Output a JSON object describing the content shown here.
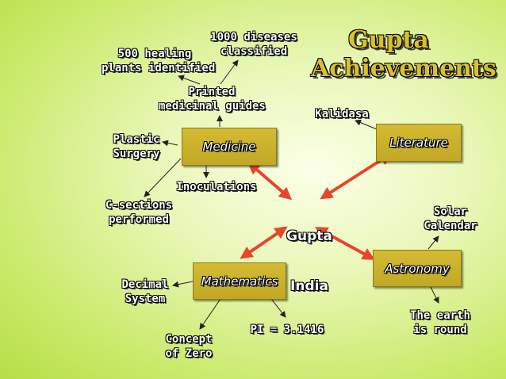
{
  "title": {
    "line1": "Gupta",
    "line2": "Achievements"
  },
  "center": {
    "line1": "Gupta",
    "line2": "India"
  },
  "categories": {
    "medicine": "Medicine",
    "literature": "Literature",
    "mathematics": "Mathematics",
    "astronomy": "Astronomy"
  },
  "medicine_items": {
    "healing": "500 healing\nplants identified",
    "diseases": "1000 diseases\nclassified",
    "guides": "Printed\nmedicinal guides",
    "plastic": "Plastic\nSurgery",
    "inoculations": "Inoculations",
    "csections": "C-sections\nperformed"
  },
  "literature_items": {
    "kalidasa": "Kalidasa"
  },
  "mathematics_items": {
    "decimal": "Decimal\nSystem",
    "zero": "Concept\nof Zero",
    "pi": "PI = 3.1416"
  },
  "astronomy_items": {
    "calendar": "Solar\nCalendar",
    "earth": "The earth\nis round"
  },
  "colors": {
    "big_arrow": "#e8452a",
    "box_fill": "#c8ad2a",
    "title": "#d9c030",
    "background": "#d6ee88"
  }
}
